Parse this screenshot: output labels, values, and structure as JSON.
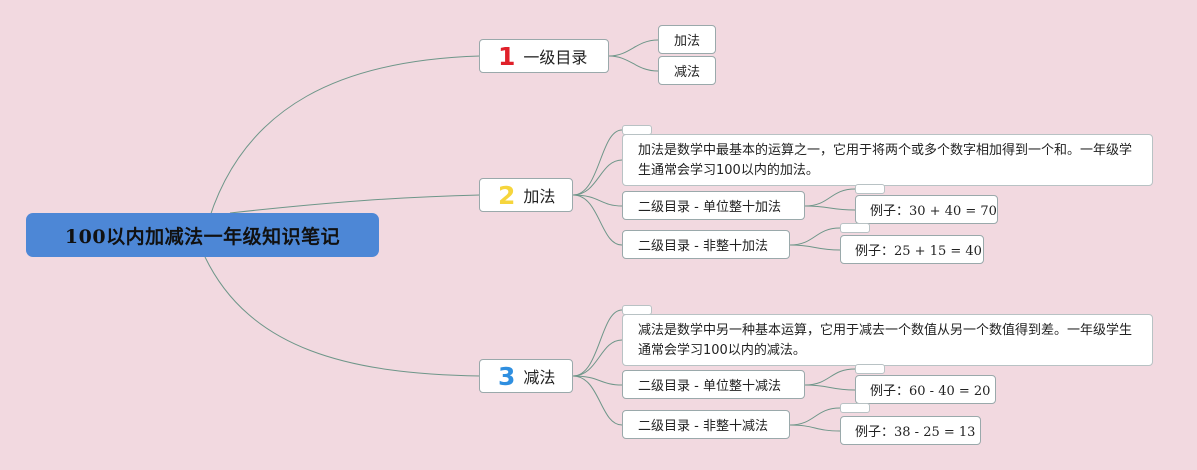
{
  "root": {
    "title": "100以内加减法一年级知识笔记"
  },
  "branches": [
    {
      "number": "1",
      "label": "一级目录",
      "leaves": [
        "加法",
        "减法"
      ]
    },
    {
      "number": "2",
      "label": "加法",
      "description": "加法是数学中最基本的运算之一，它用于将两个或多个数字相加得到一个和。一年级学生通常会学习100以内的加法。",
      "subtopics": [
        {
          "label": "二级目录 - 单位整十加法",
          "example": "例子：30 + 40 = 70"
        },
        {
          "label": "二级目录 - 非整十加法",
          "example": "例子：25 + 15 = 40"
        }
      ]
    },
    {
      "number": "3",
      "label": "减法",
      "description": "减法是数学中另一种基本运算，它用于减去一个数值从另一个数值得到差。一年级学生通常会学习100以内的减法。",
      "subtopics": [
        {
          "label": "二级目录 - 单位整十减法",
          "example": "例子：60 - 40 = 20"
        },
        {
          "label": "二级目录 - 非整十减法",
          "example": "例子：38 - 25 = 13"
        }
      ]
    }
  ],
  "colors": {
    "background": "#f2d9e0",
    "root": "#4d87d6",
    "line": "#6e9689",
    "number1": "#e0202a",
    "number2": "#f6d53c",
    "number3": "#2f8fe0"
  }
}
